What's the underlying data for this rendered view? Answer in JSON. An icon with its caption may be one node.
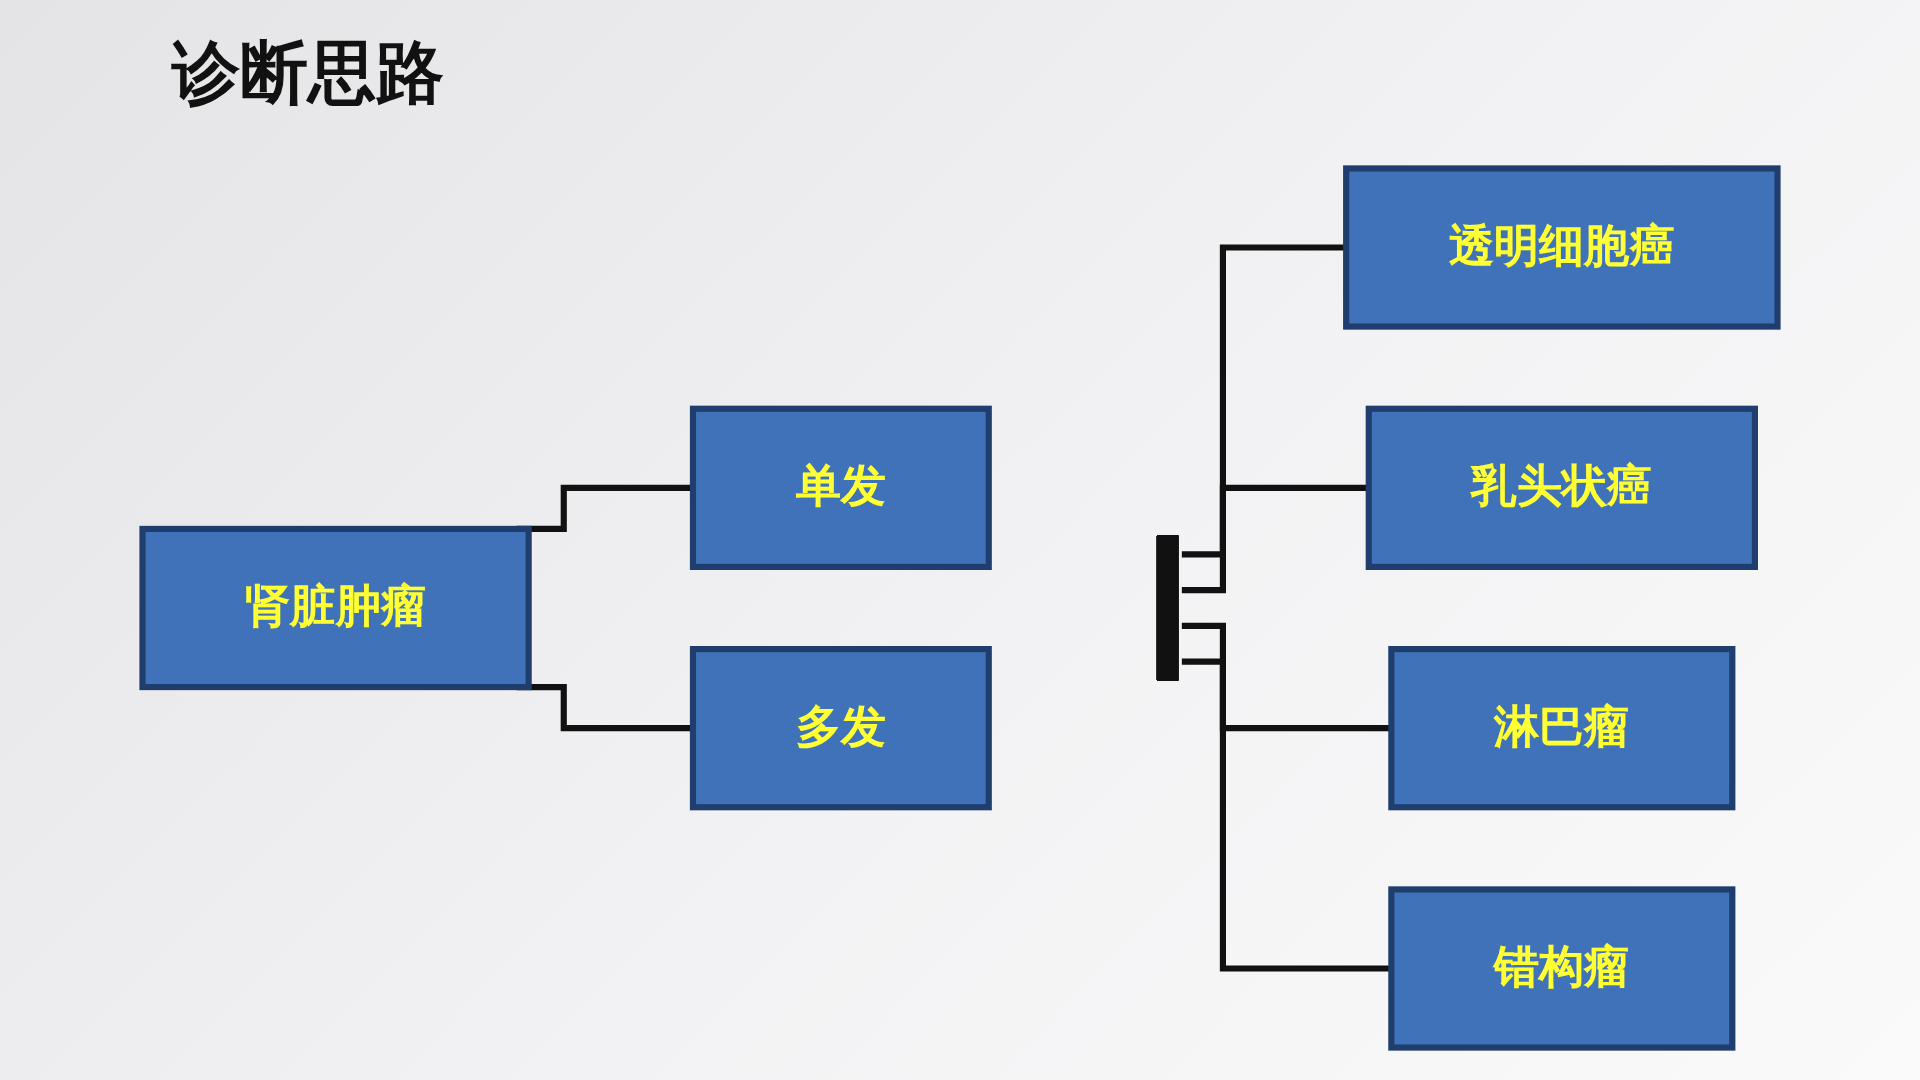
{
  "diagram": {
    "title": "诊断思路",
    "nodes": [
      {
        "text": [
          "肾脏肿瘤"
        ]
      },
      {
        "text": [
          "单发"
        ]
      },
      {
        "text": [
          "多发"
        ]
      },
      {
        "text": [],
        "shape": "bar"
      },
      {
        "text": [
          "透明细胞癌"
        ]
      },
      {
        "text": [
          "乳头状癌"
        ]
      },
      {
        "text": [
          "淋巴瘤"
        ]
      },
      {
        "text": [
          "错构瘤"
        ]
      }
    ],
    "edges": [
      {
        "from": 0,
        "to": 1,
        "arrow": "none"
      },
      {
        "from": 0,
        "to": 2,
        "arrow": "none"
      },
      {
        "from": 3,
        "to": 4,
        "arrow": "none"
      },
      {
        "from": 3,
        "to": 5,
        "arrow": "none"
      },
      {
        "from": 3,
        "to": 6,
        "arrow": "none"
      },
      {
        "from": 3,
        "to": 7,
        "arrow": "none"
      }
    ]
  }
}
